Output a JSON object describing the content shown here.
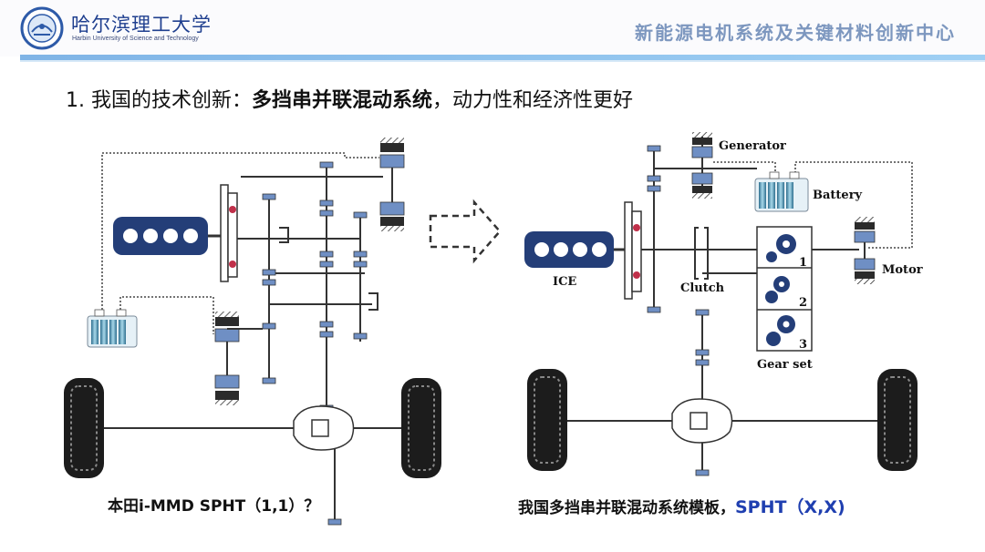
{
  "header": {
    "university_cn": "哈尔滨理工大学",
    "university_en": "Harbin University of Science and Technology",
    "center_name": "新能源电机系统及关键材料创新中心"
  },
  "slide": {
    "title_prefix": "1. 我国的技术创新：",
    "title_bold": "多挡串并联混动系统",
    "title_suffix": "，动力性和经济性更好"
  },
  "left_diagram": {
    "caption": "本田i-MMD SPHT（1,1）？"
  },
  "right_diagram": {
    "labels": {
      "generator": "Generator",
      "battery": "Battery",
      "ice": "ICE",
      "clutch": "Clutch",
      "motor": "Motor",
      "gear_set": "Gear set",
      "gear1": "1",
      "gear2": "2",
      "gear3": "3"
    },
    "caption_main": "我国多挡串并联混动系统模板，",
    "caption_highlight": "SPHT（X,X)"
  },
  "colors": {
    "component_blue": "#6f8fc4",
    "component_dark": "#2b2b2b",
    "engine_navy": "#243e78",
    "caption_blue": "#1f3fb0"
  }
}
